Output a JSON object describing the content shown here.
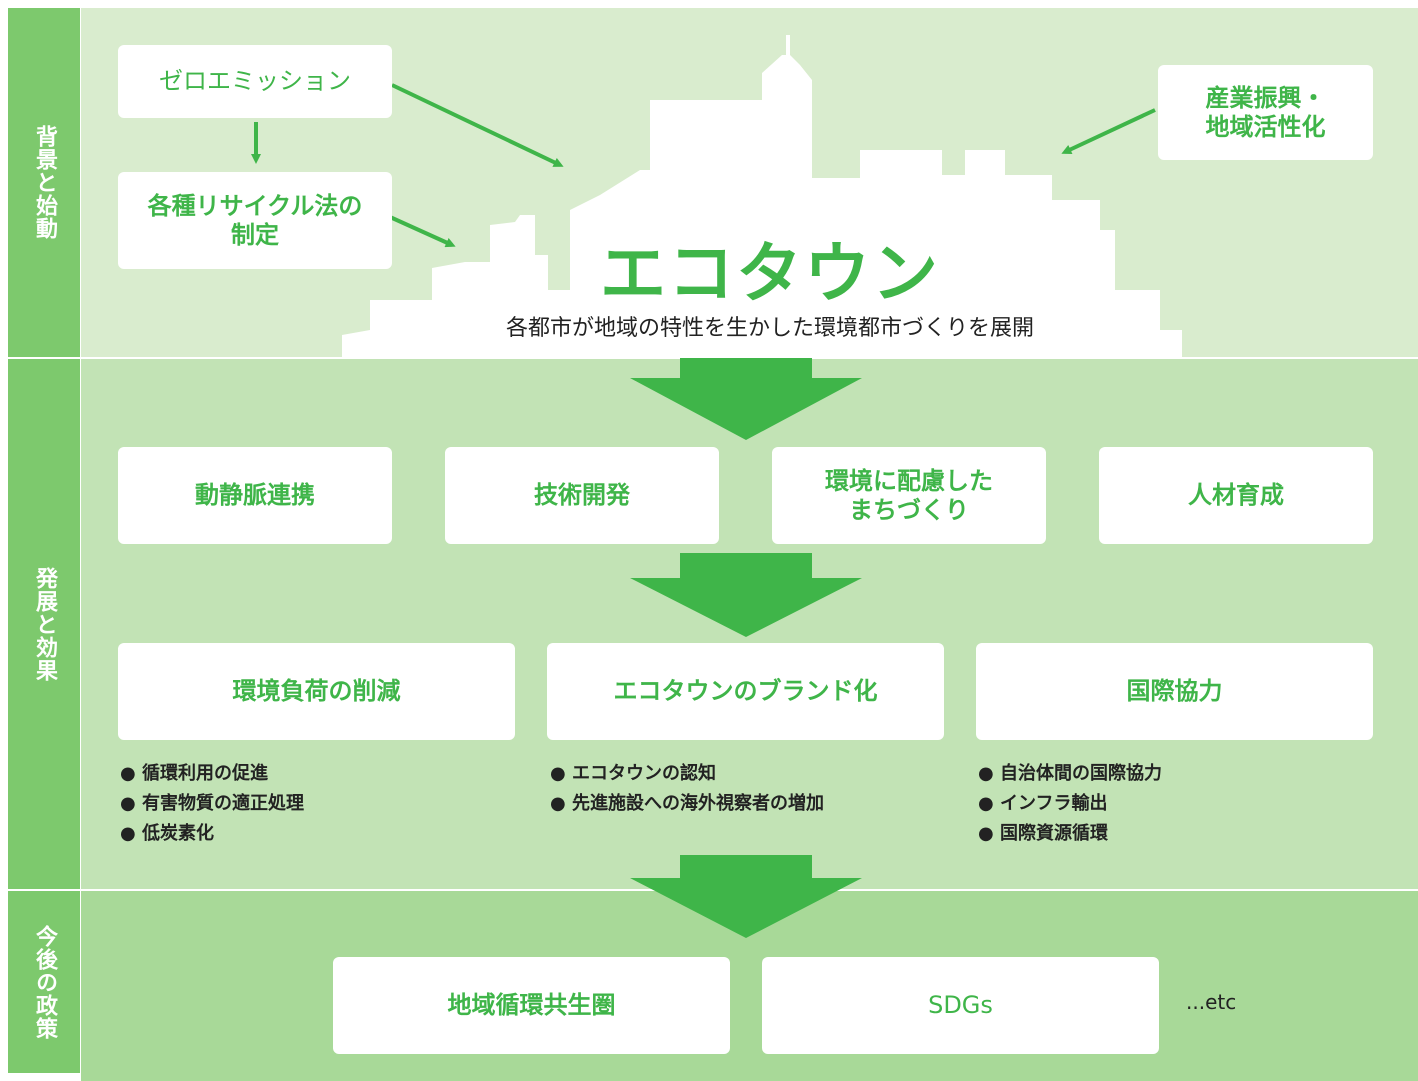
{
  "side_labels": [
    "背景と始動",
    "発展と効果",
    "今後の政策"
  ],
  "top": {
    "zero_emission": "ゼロエミッション",
    "recycle_laws_line1": "各種リサイクル法の",
    "recycle_laws_line2": "制定",
    "industry_line1": "産業振興・",
    "industry_line2": "地域活性化",
    "title": "エコタウン",
    "subtitle": "各都市が地域の特性を生かした環境都市づくりを展開"
  },
  "development": [
    "動静脈連携",
    "技術開発",
    "環境に配慮した",
    "まちづくり",
    "人材育成"
  ],
  "effects": [
    {
      "label": "環境負荷の削減",
      "bullets": [
        "循環利用の促進",
        "有害物質の適正処理",
        "低炭素化"
      ]
    },
    {
      "label": "エコタウンのブランド化",
      "bullets": [
        "エコタウンの認知",
        "先進施設への海外視察者の増加"
      ]
    },
    {
      "label": "国際協力",
      "bullets": [
        "自治体間の国際協力",
        "インフラ輸出",
        "国際資源循環"
      ]
    }
  ],
  "future": {
    "items": [
      "地域循環共生圏",
      "SDGs"
    ],
    "etc": "...etc"
  },
  "colors": {
    "accent": "#3fb549",
    "side": "#7dc96d",
    "band1": "#d9ecce",
    "band2": "#c2e3b5",
    "band3": "#a8d998"
  }
}
